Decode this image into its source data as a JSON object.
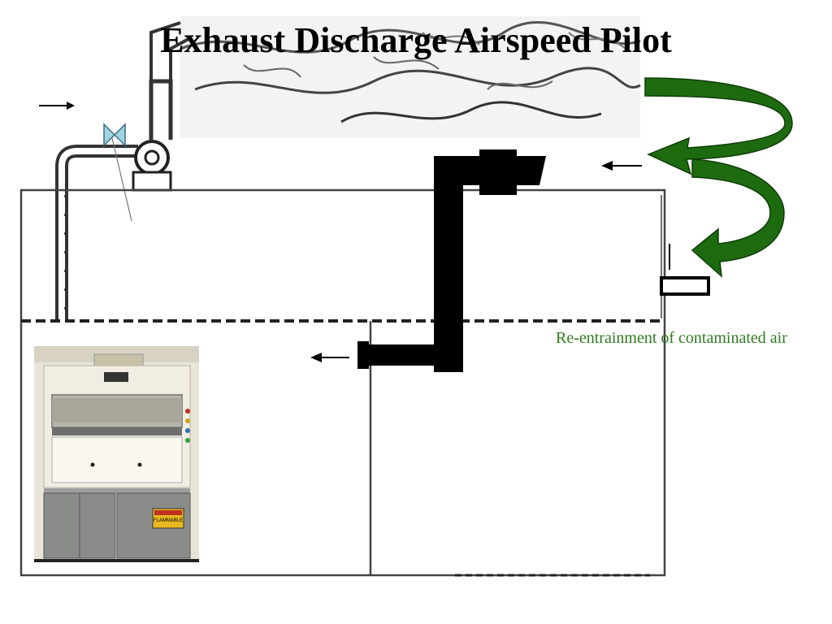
{
  "slide": {
    "title": "Exhaust Discharge Airspeed Pilot",
    "caption": "Re-entrainment of contaminated air"
  },
  "photo": {
    "alt": "fume hood photo",
    "sign_text": "FLAMMABLE"
  },
  "icons": {
    "valve": "bowtie-valve-icon",
    "fan": "fan-icon",
    "arrows": "recirculation-arrow-icon"
  },
  "colors": {
    "title": "#000000",
    "caption": "#2e7d1f",
    "recirculation_arrow": "#1e6b0f",
    "valve": "#9fd3df",
    "sign": "#e8b820"
  }
}
